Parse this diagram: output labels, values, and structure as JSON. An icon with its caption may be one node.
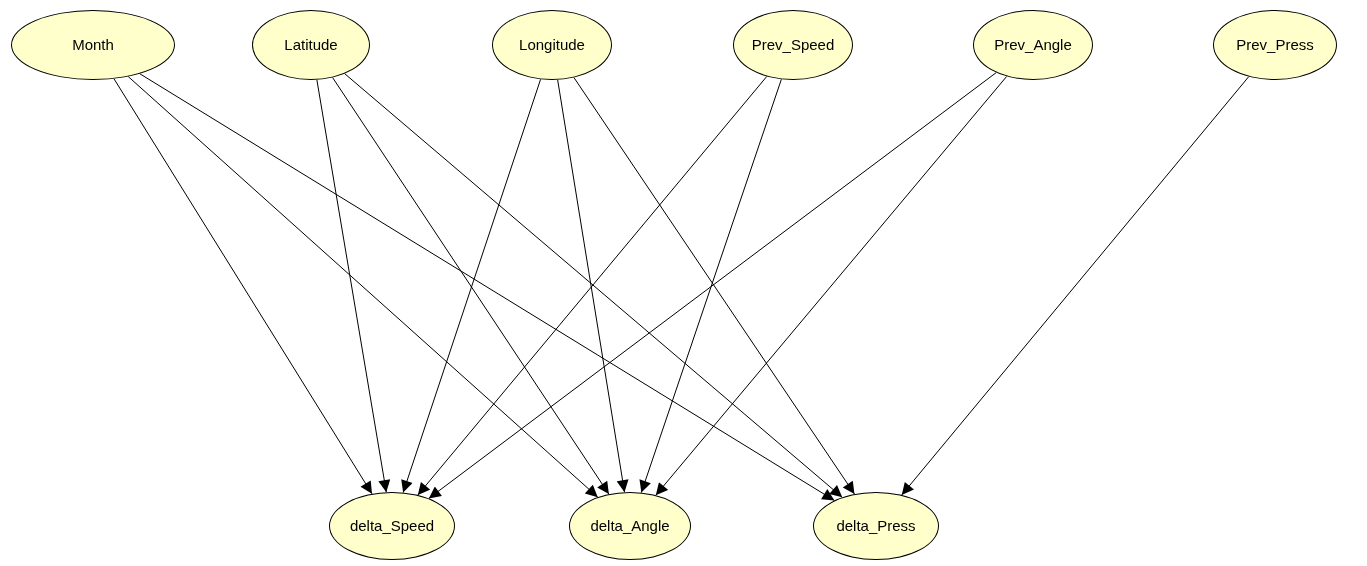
{
  "diagram": {
    "nodes": [
      {
        "text": [
          "Month"
        ]
      },
      {
        "text": [
          "Latitude"
        ]
      },
      {
        "text": [
          "Longitude"
        ]
      },
      {
        "text": [
          "Prev_Speed"
        ]
      },
      {
        "text": [
          "Prev_Angle"
        ]
      },
      {
        "text": [
          "Prev_Press"
        ]
      },
      {
        "text": [
          "delta_Speed"
        ]
      },
      {
        "text": [
          "delta_Angle"
        ]
      },
      {
        "text": [
          "delta_Press"
        ]
      }
    ],
    "edges": [
      {
        "from": 0,
        "to": 6,
        "arrow": "to"
      },
      {
        "from": 0,
        "to": 7,
        "arrow": "to"
      },
      {
        "from": 0,
        "to": 8,
        "arrow": "to"
      },
      {
        "from": 1,
        "to": 6,
        "arrow": "to"
      },
      {
        "from": 1,
        "to": 7,
        "arrow": "to"
      },
      {
        "from": 1,
        "to": 8,
        "arrow": "to"
      },
      {
        "from": 2,
        "to": 6,
        "arrow": "to"
      },
      {
        "from": 2,
        "to": 7,
        "arrow": "to"
      },
      {
        "from": 2,
        "to": 8,
        "arrow": "to"
      },
      {
        "from": 3,
        "to": 6,
        "arrow": "to"
      },
      {
        "from": 3,
        "to": 7,
        "arrow": "to"
      },
      {
        "from": 4,
        "to": 6,
        "arrow": "to"
      },
      {
        "from": 4,
        "to": 7,
        "arrow": "to"
      },
      {
        "from": 5,
        "to": 8,
        "arrow": "to"
      }
    ]
  }
}
